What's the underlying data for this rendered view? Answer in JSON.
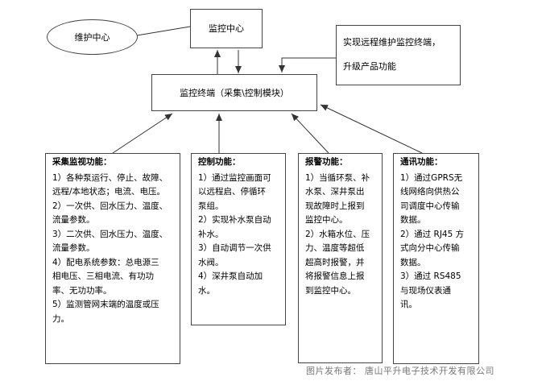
{
  "nodes": {
    "maintenance_center": "维护中心",
    "monitor_center": "监控中心",
    "remote_note": [
      "实现远程维护监控终端，",
      "升级产品功能"
    ],
    "terminal": "监控终端（采集\\控制模块）"
  },
  "panels": [
    {
      "title": "采集监视功能：",
      "lines": [
        "1）各种泵运行、停止、故障、",
        "远程/本地状态；电流、电压。",
        "2）一次供、回水压力、温度、",
        "流量参数。",
        "3）二次供、回水压力、温度、",
        "流量参数。",
        "4）配电系统参数：总电源三",
        "相电压、三相电流、有功功",
        "率、无功功率。",
        "5）监测管网末端的温度或压",
        "力。"
      ]
    },
    {
      "title": "控制功能：",
      "lines": [
        "1）通过监控画面可",
        "以远程启、停循环",
        "泵组。",
        "2）实现补水泵自动",
        "补水。",
        "3）自动调节一次供",
        "水阀。",
        "4）深井泵自动加",
        "水。"
      ]
    },
    {
      "title": "报警功能：",
      "lines": [
        "1）当循环泵、补",
        "水泵、深井泵出",
        "现故障时上报到",
        "监控中心。",
        "2）水箱水位、压",
        "力、温度等超低",
        "超高时报警，并",
        "将报警信息上报",
        "到监控中心。"
      ]
    },
    {
      "title": "通讯功能：",
      "lines": [
        "1）通过GPRS无",
        "线网络向供热公",
        "司调度中心传输",
        "数据。",
        "2）通过 RJ45 方",
        "式向分中心传输",
        "数据。",
        "3）通过 RS485",
        "与现场仪表通",
        "讯。"
      ]
    }
  ],
  "caption": "图片发布者：  唐山平升电子技术开发有限公司"
}
